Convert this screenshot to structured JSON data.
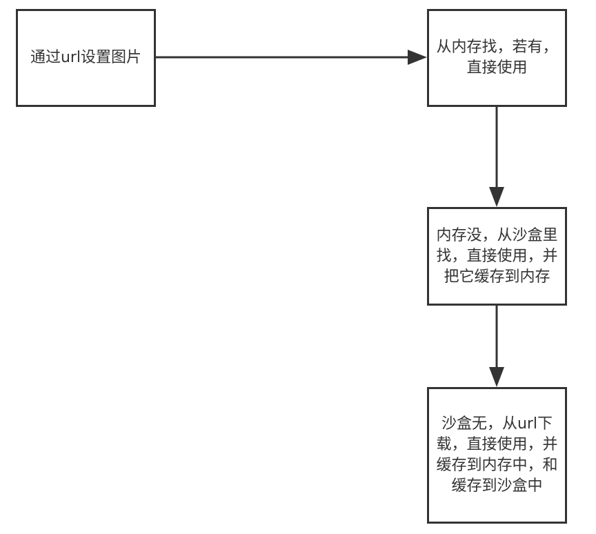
{
  "diagram": {
    "nodes": [
      {
        "id": "n1",
        "label": "通过url设置图片"
      },
      {
        "id": "n2",
        "label": "从内存找，若有，直接使用"
      },
      {
        "id": "n3",
        "label": "内存没，从沙盒里找，直接使用，并把它缓存到内存"
      },
      {
        "id": "n4",
        "label": "沙盒无，从url下载，直接使用，并缓存到内存中，和缓存到沙盒中"
      }
    ],
    "edges": [
      {
        "from": "n1",
        "to": "n2"
      },
      {
        "from": "n2",
        "to": "n3"
      },
      {
        "from": "n3",
        "to": "n4"
      }
    ],
    "colors": {
      "stroke": "#333333",
      "text": "#333333",
      "background": "#ffffff"
    }
  }
}
